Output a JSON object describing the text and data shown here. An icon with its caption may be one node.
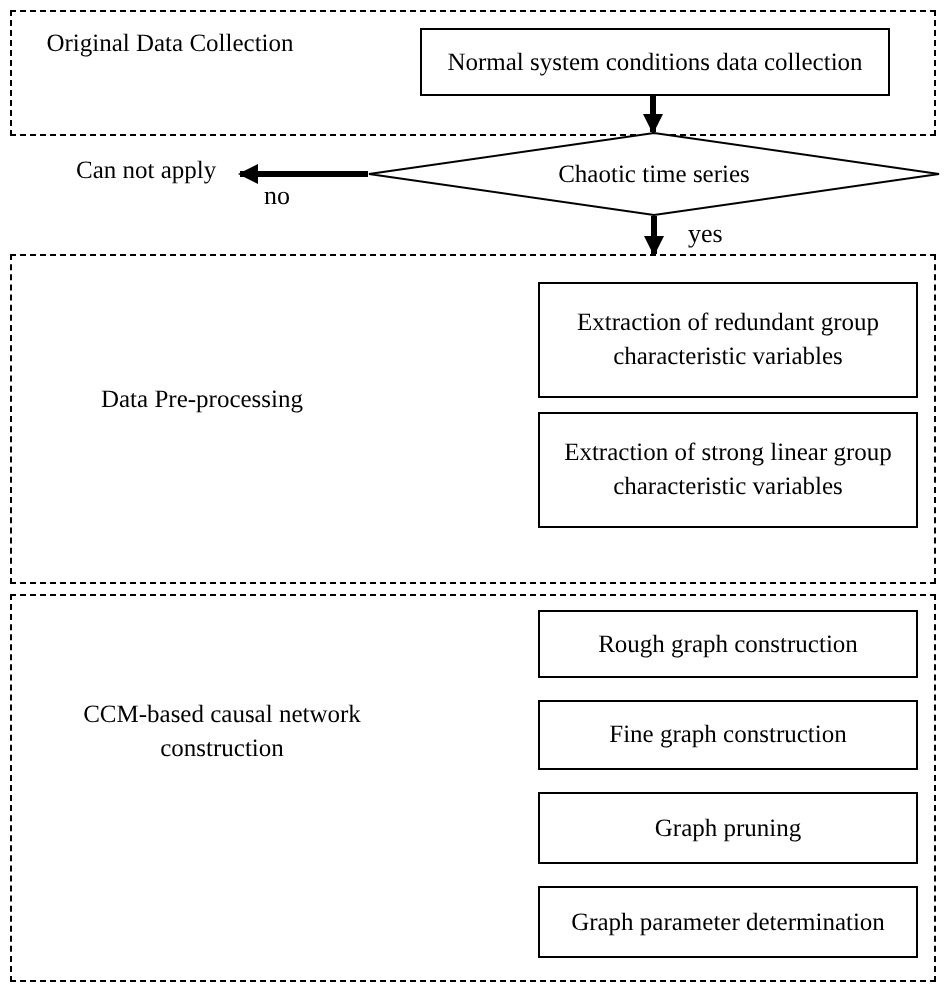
{
  "diagram": {
    "nodes": [
      {
        "text": [
          "Original Data Collection"
        ]
      },
      {
        "text": [
          "Normal system conditions data collection"
        ],
        "in": 0
      },
      {
        "text": [
          "Chaotic time series"
        ]
      },
      {
        "text": [
          "Can not apply"
        ]
      },
      {
        "text": [
          "Data Pre-processing"
        ]
      },
      {
        "text": [
          "Extraction of redundant group characteristic variables"
        ],
        "in": 4
      },
      {
        "text": [
          "Extraction of strong linear group characteristic variables"
        ],
        "in": 4
      },
      {
        "text": [
          "CCM-based causal network construction"
        ]
      },
      {
        "text": [
          "Rough graph construction"
        ],
        "in": 7
      },
      {
        "text": [
          "Fine graph construction"
        ],
        "in": 7
      },
      {
        "text": [
          "Graph pruning"
        ],
        "in": 7
      },
      {
        "text": [
          "Graph parameter determination"
        ],
        "in": 7
      }
    ],
    "edges": [
      {
        "from": 1,
        "to": 2,
        "arrow": "to"
      },
      {
        "from": 2,
        "to": 3,
        "arrow": "to",
        "label": "no"
      },
      {
        "from": 2,
        "to": 4,
        "arrow": "to",
        "label": "yes"
      }
    ]
  }
}
